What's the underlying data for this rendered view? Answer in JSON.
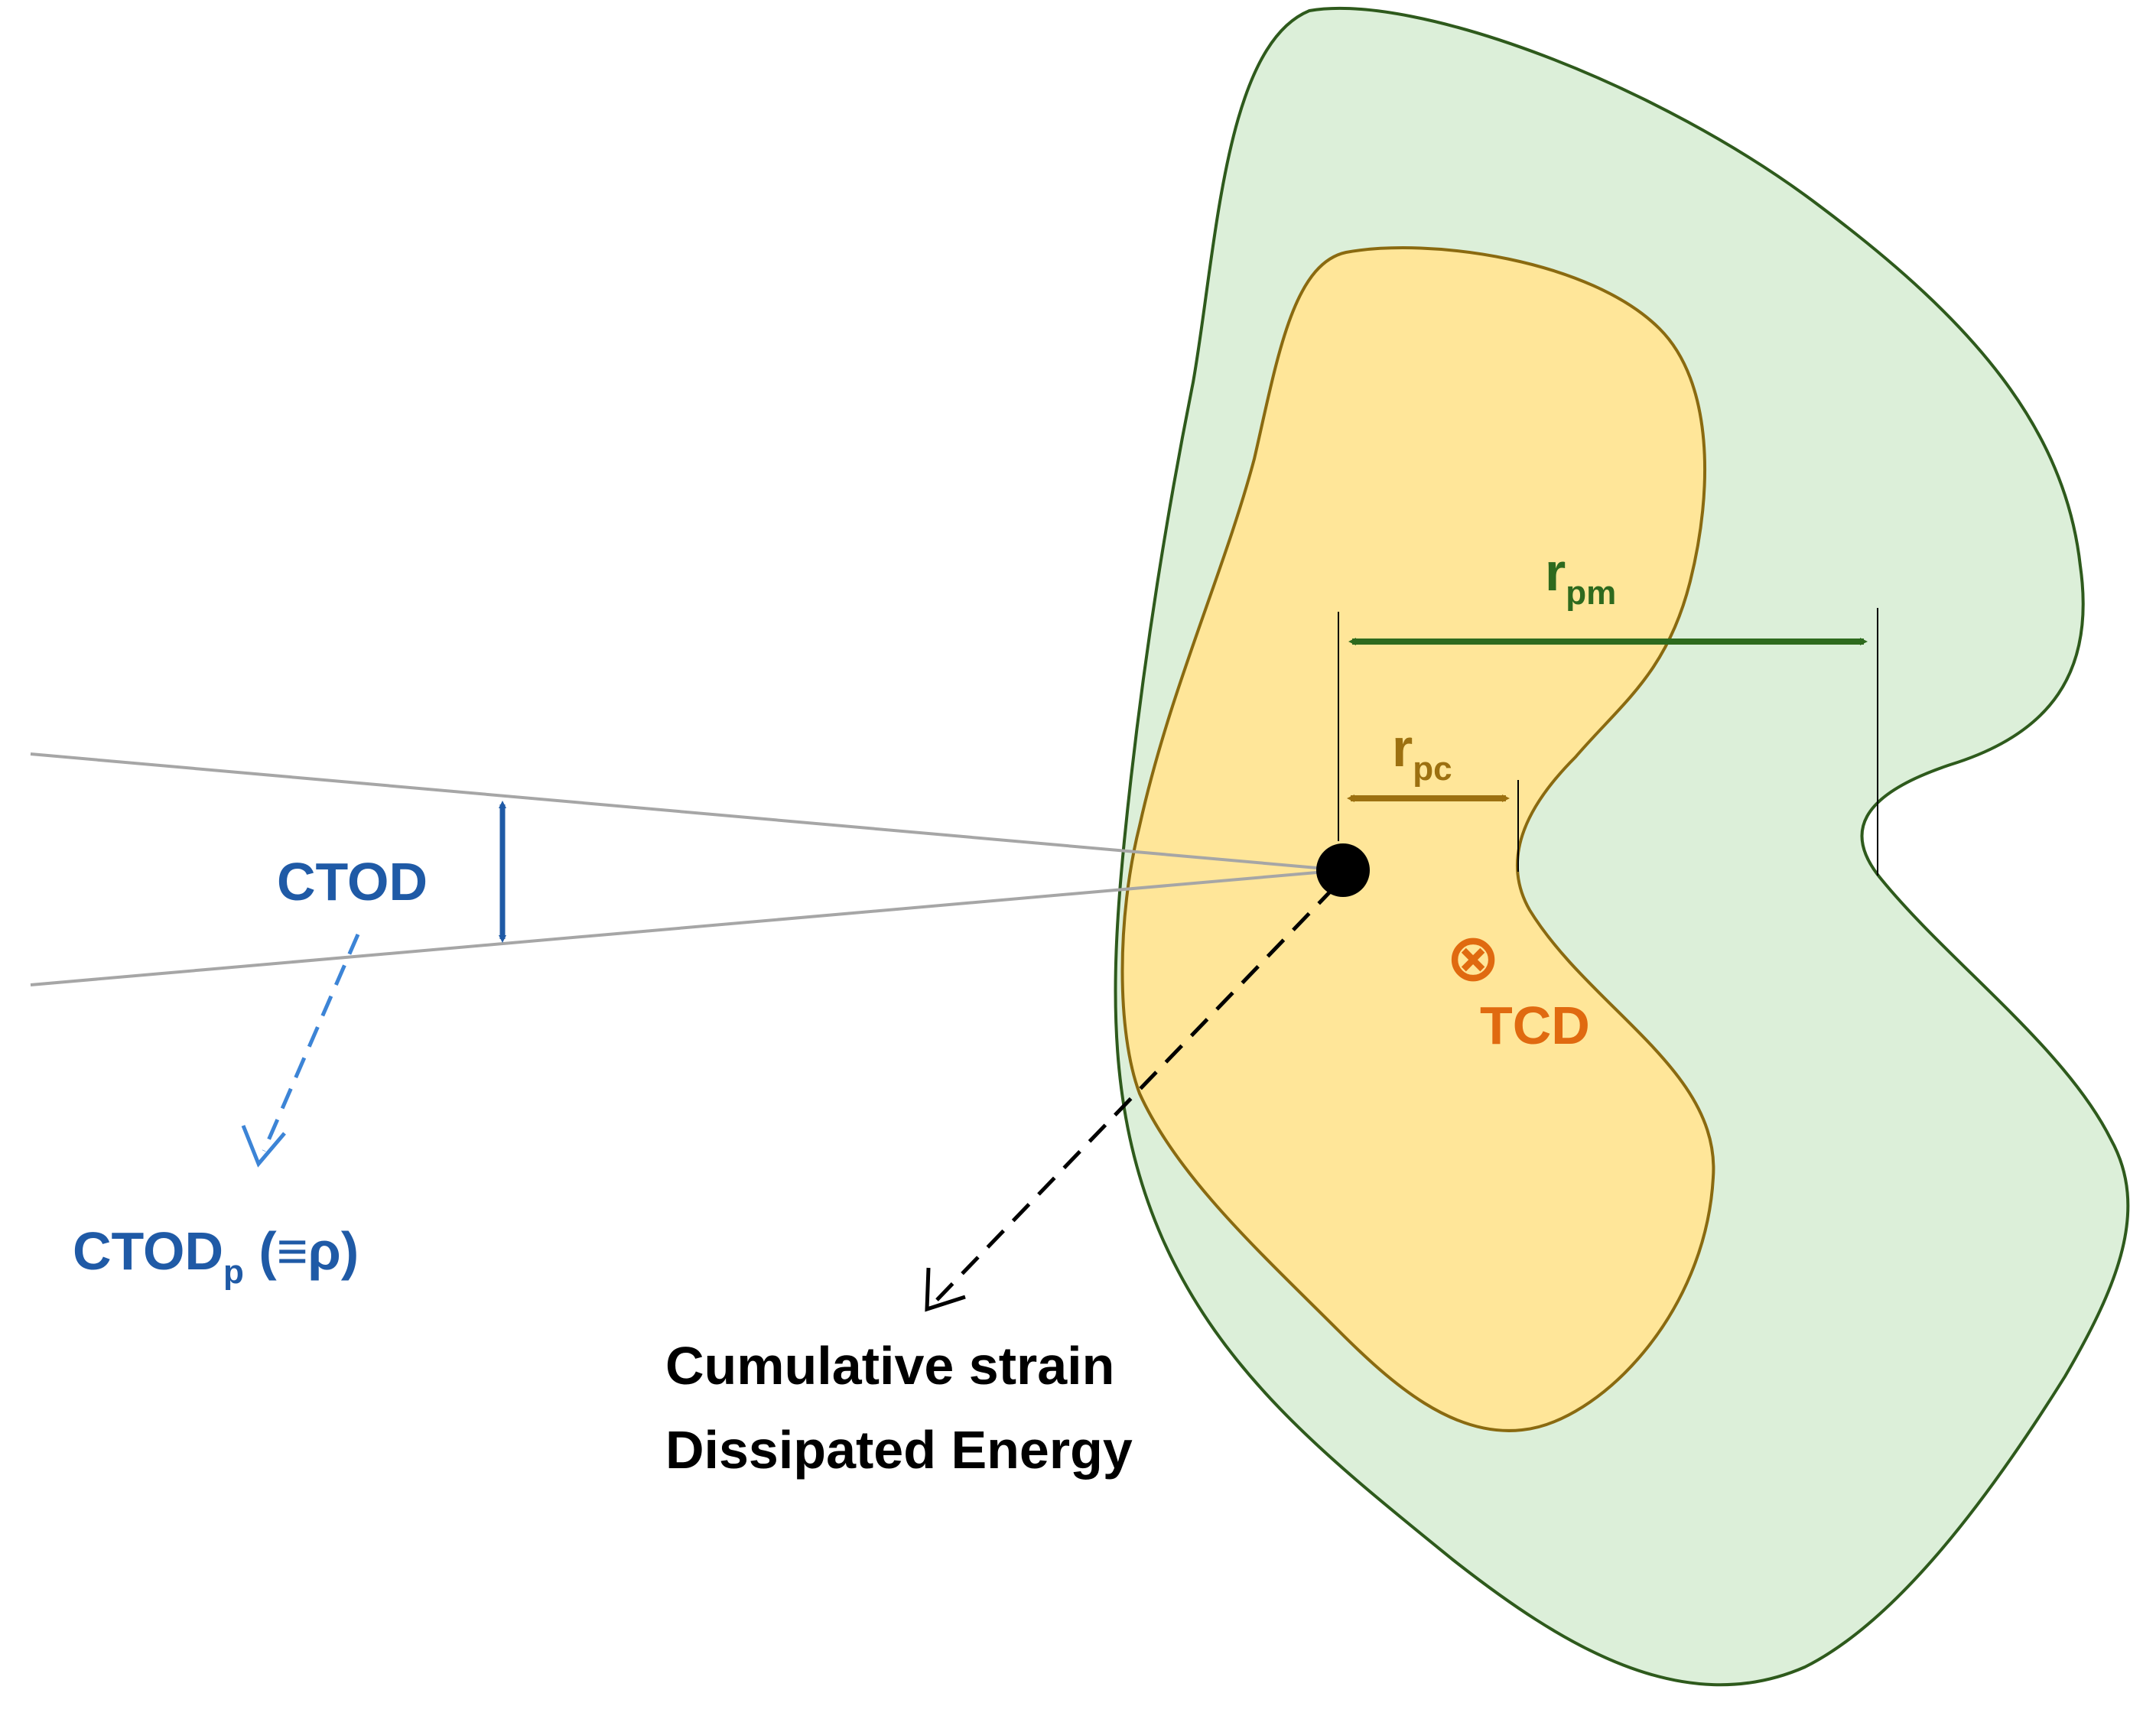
{
  "labels": {
    "ctod": "CTOD",
    "ctod_p_main": "CTOD",
    "ctod_p_sub": "p",
    "ctod_p_rest": " (≡ρ)",
    "r_pm_main": "r",
    "r_pm_sub": "pm",
    "r_pc_main": "r",
    "r_pc_sub": "pc",
    "tcd_symbol": "⊗",
    "tcd": "TCD",
    "cumulative_strain": "Cumulative strain",
    "dissipated_energy": "Dissipated Energy"
  },
  "colors": {
    "outer_zone_fill": "#dcefd9",
    "outer_zone_stroke": "#2e5a1c",
    "inner_zone_fill": "#ffe699",
    "inner_zone_stroke": "#8a6a10",
    "crack_lines": "#a6a6a6",
    "ctod_blue": "#1f5aa6",
    "ctod_p_arrow": "#3c84d6",
    "r_pm_green": "#2e6a1e",
    "r_pc_brown": "#9c7010",
    "tcd_orange": "#e06a10",
    "black": "#000000"
  }
}
